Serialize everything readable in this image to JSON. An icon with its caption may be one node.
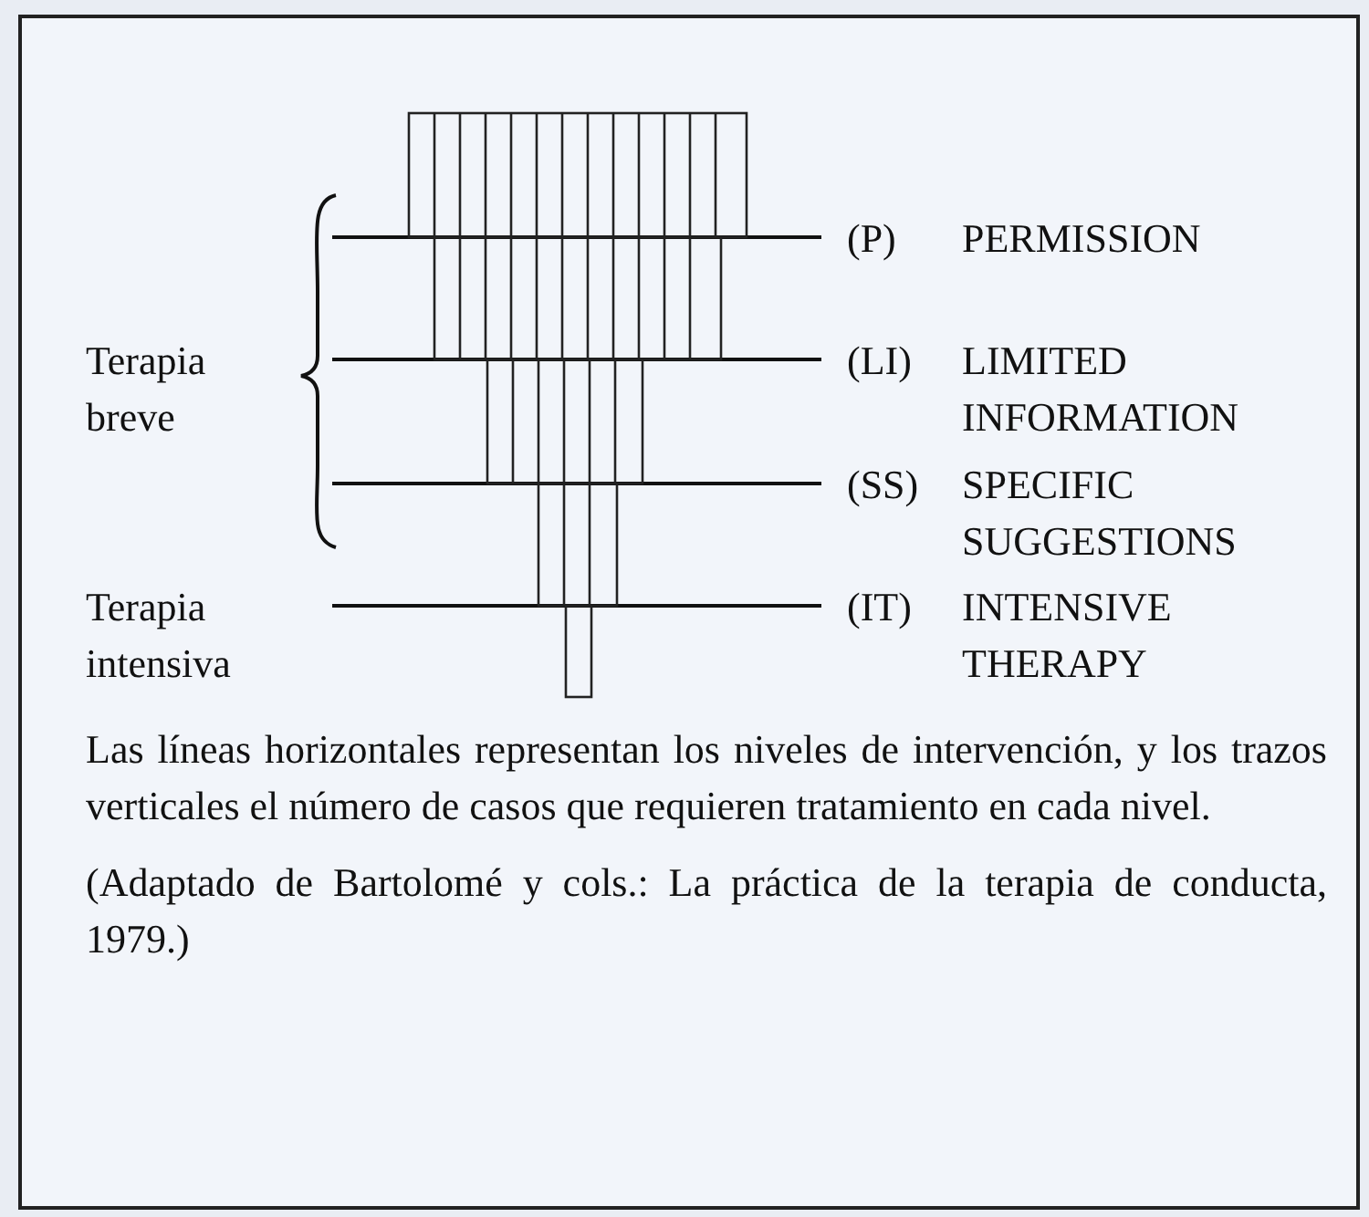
{
  "diagram": {
    "caption": "Las líneas horizontales representan los niveles de intervención, y los trazos verticales el número de casos que requieren tratamiento en cada nivel.",
    "labels": [
      "(P)",
      "PERMISSION",
      "Terapia breve",
      "(LI)",
      "LIMITED INFORMATION",
      "(SS)",
      "SPECIFIC SUGGESTIONS",
      "Terapia intensiva",
      "(IT)",
      "INTENSIVE THERAPY",
      "(Adaptado de Bartolomé y cols.: La práctica de la terapia de conducta, 1979.)"
    ]
  }
}
